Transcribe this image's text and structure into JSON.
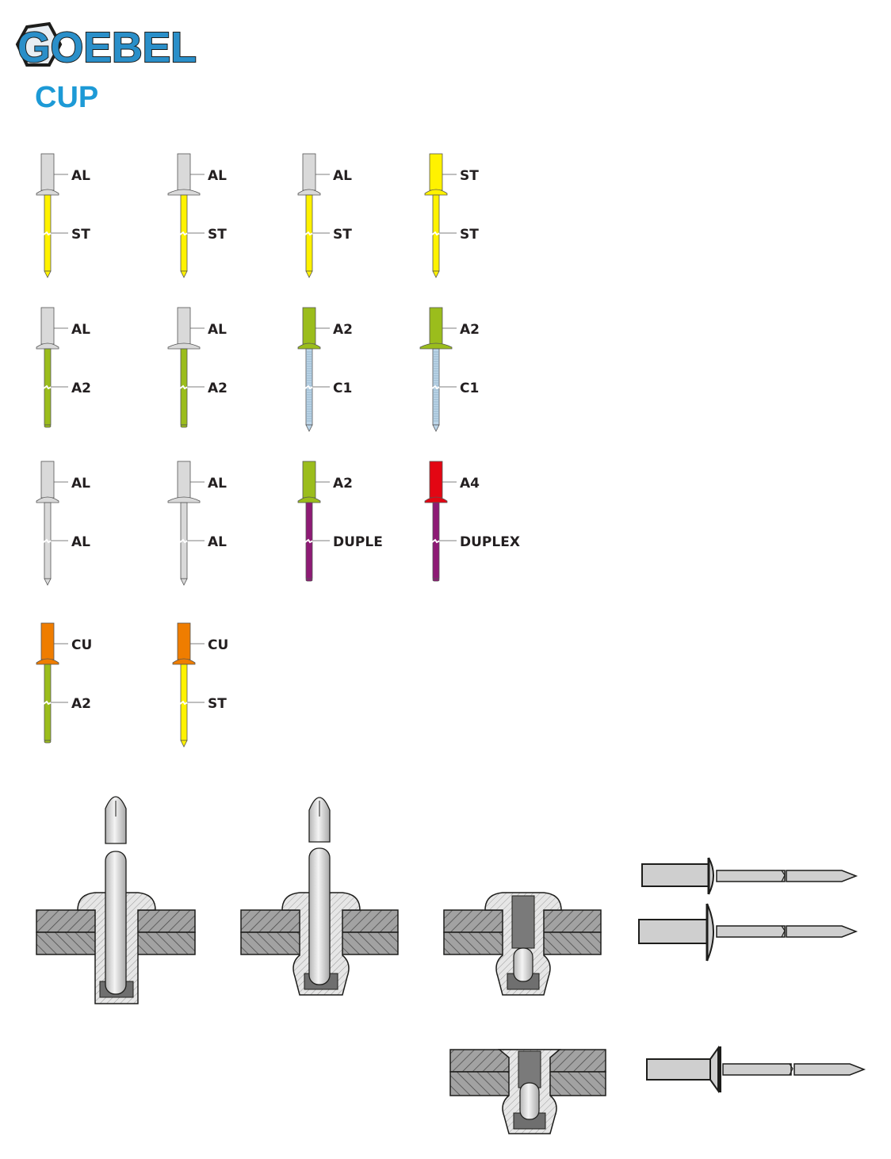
{
  "brand": {
    "name": "GOEBEL",
    "logo_letter_color": "#2a8fc9",
    "logo_outline_color": "#1d1d1b"
  },
  "page": {
    "title": "CUP",
    "title_color": "#1d9ad6"
  },
  "material_colors": {
    "AL": "#d9d9d9",
    "ST": "#fff200",
    "A2": "#9bbd1c",
    "A4": "#e30613",
    "C1": "#bcd6ea",
    "CU": "#ef7d00",
    "DUPLEX": "#8e1a75"
  },
  "rivets": [
    {
      "body": "AL",
      "mandrel": "ST",
      "body_label": "AL",
      "mandrel_label": "ST",
      "head": "dome",
      "tip": "point",
      "threads": false
    },
    {
      "body": "AL",
      "mandrel": "ST",
      "body_label": "AL",
      "mandrel_label": "ST",
      "head": "large",
      "tip": "point",
      "threads": false
    },
    {
      "body": "AL",
      "mandrel": "ST",
      "body_label": "AL",
      "mandrel_label": "ST",
      "head": "dome",
      "tip": "point",
      "threads": false
    },
    {
      "body": "ST",
      "mandrel": "ST",
      "body_label": "ST",
      "mandrel_label": "ST",
      "head": "dome",
      "tip": "point",
      "threads": false
    },
    {
      "body": "AL",
      "mandrel": "A2",
      "body_label": "AL",
      "mandrel_label": "A2",
      "head": "dome",
      "tip": "flat",
      "threads": false
    },
    {
      "body": "AL",
      "mandrel": "A2",
      "body_label": "AL",
      "mandrel_label": "A2",
      "head": "large",
      "tip": "flat",
      "threads": false
    },
    {
      "body": "A2",
      "mandrel": "C1",
      "body_label": "A2",
      "mandrel_label": "C1",
      "head": "dome",
      "tip": "point",
      "threads": true
    },
    {
      "body": "A2",
      "mandrel": "C1",
      "body_label": "A2",
      "mandrel_label": "C1",
      "head": "large",
      "tip": "point",
      "threads": true
    },
    {
      "body": "AL",
      "mandrel": "AL",
      "body_label": "AL",
      "mandrel_label": "AL",
      "head": "dome",
      "tip": "point",
      "threads": false
    },
    {
      "body": "AL",
      "mandrel": "AL",
      "body_label": "AL",
      "mandrel_label": "AL",
      "head": "large",
      "tip": "point",
      "threads": false
    },
    {
      "body": "A2",
      "mandrel": "DUPLEX",
      "body_label": "A2",
      "mandrel_label": "DUPLE",
      "head": "dome",
      "tip": "flat",
      "threads": false
    },
    {
      "body": "A4",
      "mandrel": "DUPLEX",
      "body_label": "A4",
      "mandrel_label": "DUPLEX",
      "head": "dome",
      "tip": "flat",
      "threads": false
    },
    {
      "body": "CU",
      "mandrel": "A2",
      "body_label": "CU",
      "mandrel_label": "A2",
      "head": "dome",
      "tip": "flat",
      "threads": false
    },
    {
      "body": "CU",
      "mandrel": "ST",
      "body_label": "CU",
      "mandrel_label": "ST",
      "head": "dome",
      "tip": "point",
      "threads": false
    }
  ],
  "drawing_colors": {
    "line": "#1d1d1b",
    "fill_light": "#d4d4d4",
    "fill_mid": "#9d9d9d",
    "fill_dark": "#6f6f6f",
    "hatch": "#808080"
  }
}
